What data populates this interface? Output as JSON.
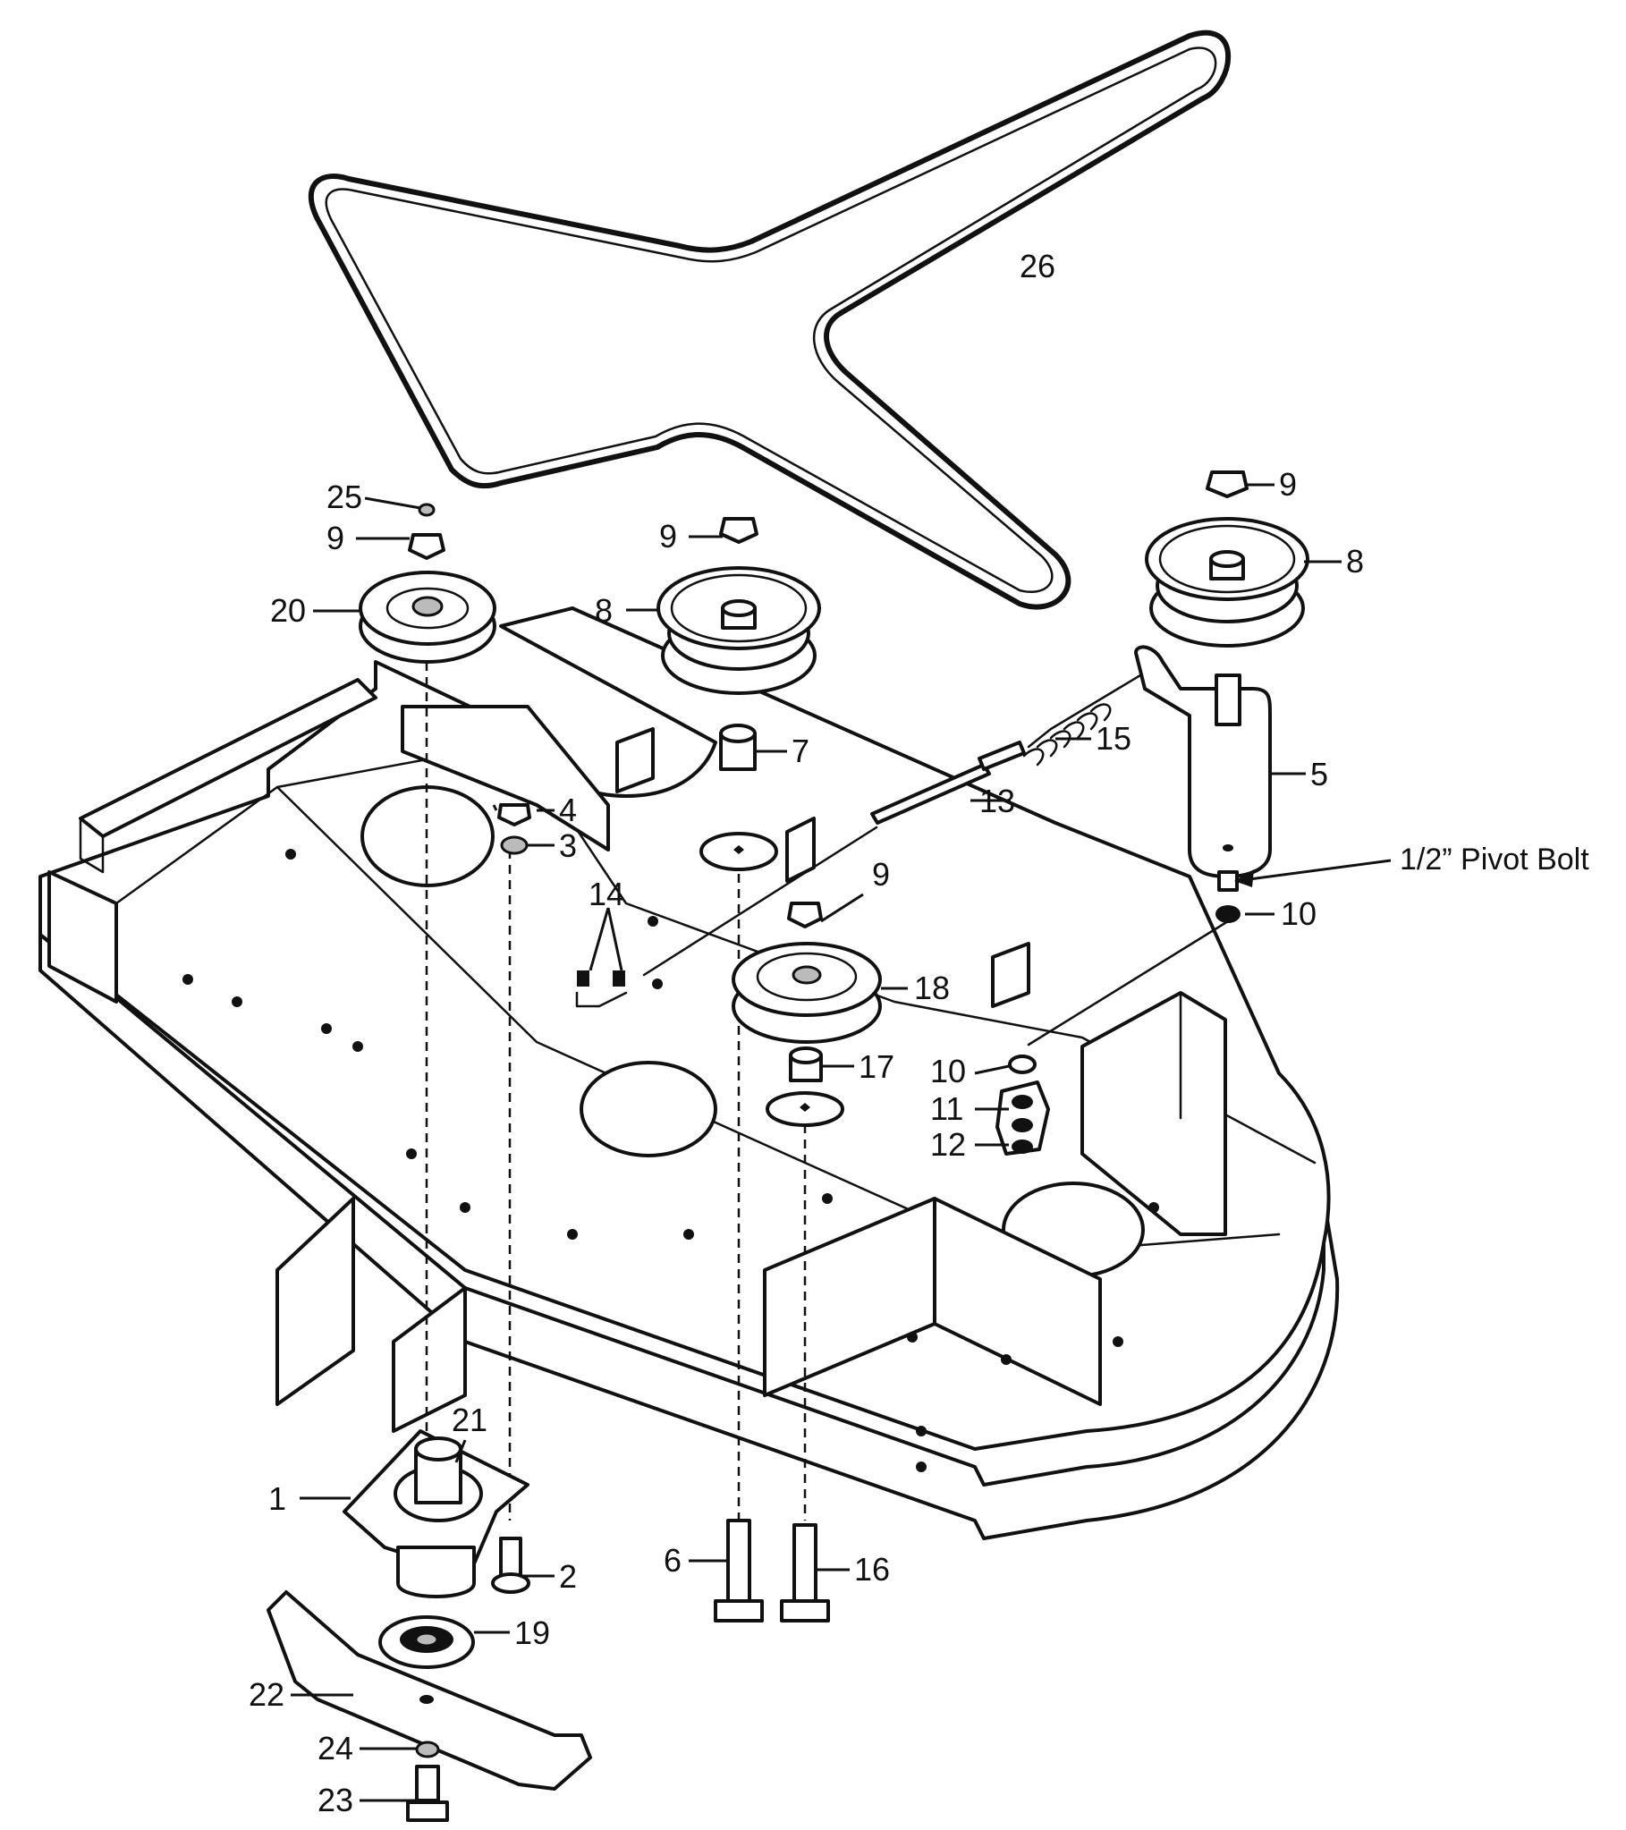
{
  "callouts": [
    {
      "id": "c1",
      "label": "1",
      "part": "spindle-housing"
    },
    {
      "id": "c2",
      "label": "2",
      "part": "spindle-mount-bolt"
    },
    {
      "id": "c3",
      "label": "3",
      "part": "washer"
    },
    {
      "id": "c4",
      "label": "4",
      "part": "nut"
    },
    {
      "id": "c5",
      "label": "5",
      "part": "idler-arm"
    },
    {
      "id": "c6",
      "label": "6",
      "part": "idler-bolt"
    },
    {
      "id": "c7",
      "label": "7",
      "part": "spacer"
    },
    {
      "id": "c8a",
      "label": "8",
      "part": "idler-pulley-center"
    },
    {
      "id": "c8b",
      "label": "8",
      "part": "idler-pulley-right"
    },
    {
      "id": "c9a",
      "label": "9",
      "part": "nut-left-spindle"
    },
    {
      "id": "c9b",
      "label": "9",
      "part": "nut-center-pulley"
    },
    {
      "id": "c9c",
      "label": "9",
      "part": "nut-right-pulley"
    },
    {
      "id": "c9d",
      "label": "9",
      "part": "nut-pulley-18"
    },
    {
      "id": "c10a",
      "label": "10",
      "part": "nut-pivot"
    },
    {
      "id": "c10b",
      "label": "10",
      "part": "nut-bracket"
    },
    {
      "id": "c11",
      "label": "11",
      "part": "washer-bracket"
    },
    {
      "id": "c12",
      "label": "12",
      "part": "bracket-plate"
    },
    {
      "id": "c13",
      "label": "13",
      "part": "spring-rod"
    },
    {
      "id": "c14",
      "label": "14",
      "part": "spring-pin-hardware"
    },
    {
      "id": "c15",
      "label": "15",
      "part": "extension-spring"
    },
    {
      "id": "c16",
      "label": "16",
      "part": "pulley-bolt"
    },
    {
      "id": "c17",
      "label": "17",
      "part": "pulley-spacer"
    },
    {
      "id": "c18",
      "label": "18",
      "part": "flat-idler-pulley"
    },
    {
      "id": "c19",
      "label": "19",
      "part": "blade-adapter"
    },
    {
      "id": "c20",
      "label": "20",
      "part": "spindle-pulley"
    },
    {
      "id": "c21",
      "label": "21",
      "part": "grease-fitting"
    },
    {
      "id": "c22",
      "label": "22",
      "part": "mower-blade"
    },
    {
      "id": "c23",
      "label": "23",
      "part": "blade-bolt"
    },
    {
      "id": "c24",
      "label": "24",
      "part": "blade-washer"
    },
    {
      "id": "c25",
      "label": "25",
      "part": "pulley-cap"
    },
    {
      "id": "c26",
      "label": "26",
      "part": "drive-belt"
    }
  ],
  "notes": {
    "pivot_bolt": "1/2” Pivot Bolt"
  }
}
